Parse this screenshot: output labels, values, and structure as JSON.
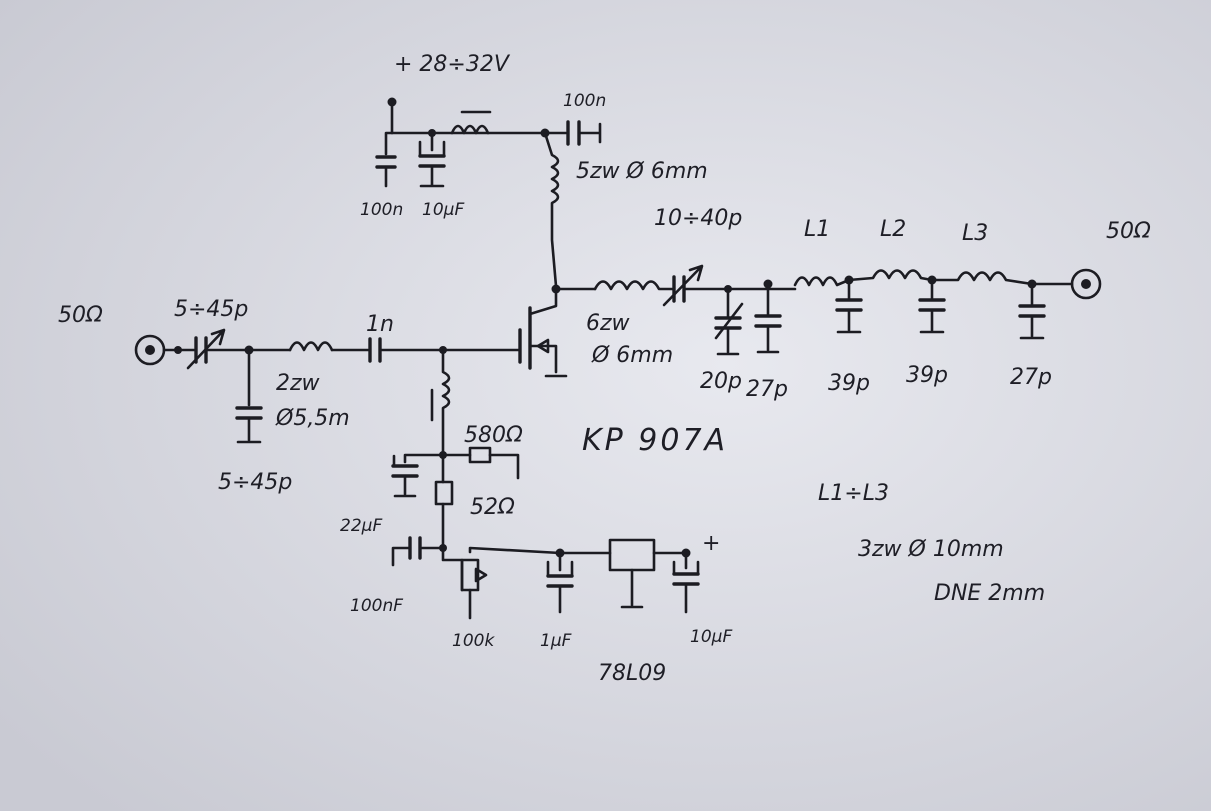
{
  "labels": {
    "supply": "+ 28÷32V",
    "c_100n_top": "100n",
    "c_100n_left": "100n",
    "c_10uF_left": "10μF",
    "choke_top": "5zw Ø 6mm",
    "trim_out": "10÷40p",
    "l1": "L1",
    "l2": "L2",
    "l3": "L3",
    "out_imp": "50Ω",
    "in_imp": "50Ω",
    "trim_in": "5÷45p",
    "c_1n": "1n",
    "coil_in": "2zw",
    "coil_in_2": "Ø5,5m",
    "trim_in_2": "5÷45p",
    "coil_out": "6zw",
    "coil_out_2": "Ø 6mm",
    "c_20p": "20p",
    "c_27p": "27p",
    "c_39p_a": "39p",
    "c_39p_b": "39p",
    "c_27p_b": "27p",
    "r_580": "580Ω",
    "transistor": "KP 907A",
    "r_52": "52Ω",
    "c_22uF": "22μF",
    "c_100nF": "100nF",
    "pot_100k": "100k",
    "c_1uF": "1μF",
    "c_10uF_right": "10μF",
    "plus_right": "+",
    "reg": "78L09",
    "coil_note_1": "L1÷L3",
    "coil_note_2": "3zw Ø 10mm",
    "coil_note_3": "DNE 2mm"
  },
  "colors": {
    "paper": "#dcdde4",
    "ink": "#1c1c22"
  }
}
